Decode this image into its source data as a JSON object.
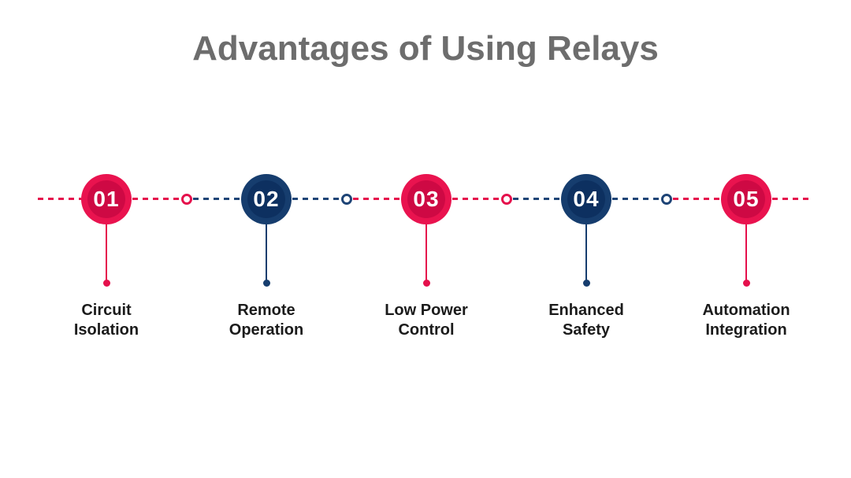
{
  "title": "Advantages of Using Relays",
  "background": "#FFFFFF",
  "colors": {
    "red": "#E9134F",
    "red_dark": "#CE0944",
    "red_line": "#E5104C",
    "navy": "#163D6E",
    "navy_dark": "#0D3060",
    "navy_line": "#1E4476",
    "title_gray": "#6D6D6D",
    "label_black": "#1B1B1B",
    "number_white": "#FFFFFF"
  },
  "items": [
    {
      "number": "01",
      "color": "red",
      "lines": [
        "Circuit",
        "Isolation"
      ],
      "label": "Circuit Isolation"
    },
    {
      "number": "02",
      "color": "navy",
      "lines": [
        "Remote",
        "Operation"
      ],
      "label": "Remote Operation"
    },
    {
      "number": "03",
      "color": "red",
      "lines": [
        "Low Power",
        "Control"
      ],
      "label": "Low Power Control"
    },
    {
      "number": "04",
      "color": "navy",
      "lines": [
        "Enhanced",
        "Safety"
      ],
      "label": "Enhanced Safety"
    },
    {
      "number": "05",
      "color": "red",
      "lines": [
        "Automation",
        "Integration"
      ],
      "label": "Automation Integration"
    }
  ],
  "timeline": {
    "style": "horizontal dashed line with hollow ring markers between nodes",
    "connector_colors": [
      "red",
      "red",
      "navy",
      "navy",
      "red",
      "red",
      "navy",
      "navy",
      "red",
      "red"
    ],
    "ring_colors": [
      "red",
      "navy",
      "red",
      "navy"
    ]
  }
}
